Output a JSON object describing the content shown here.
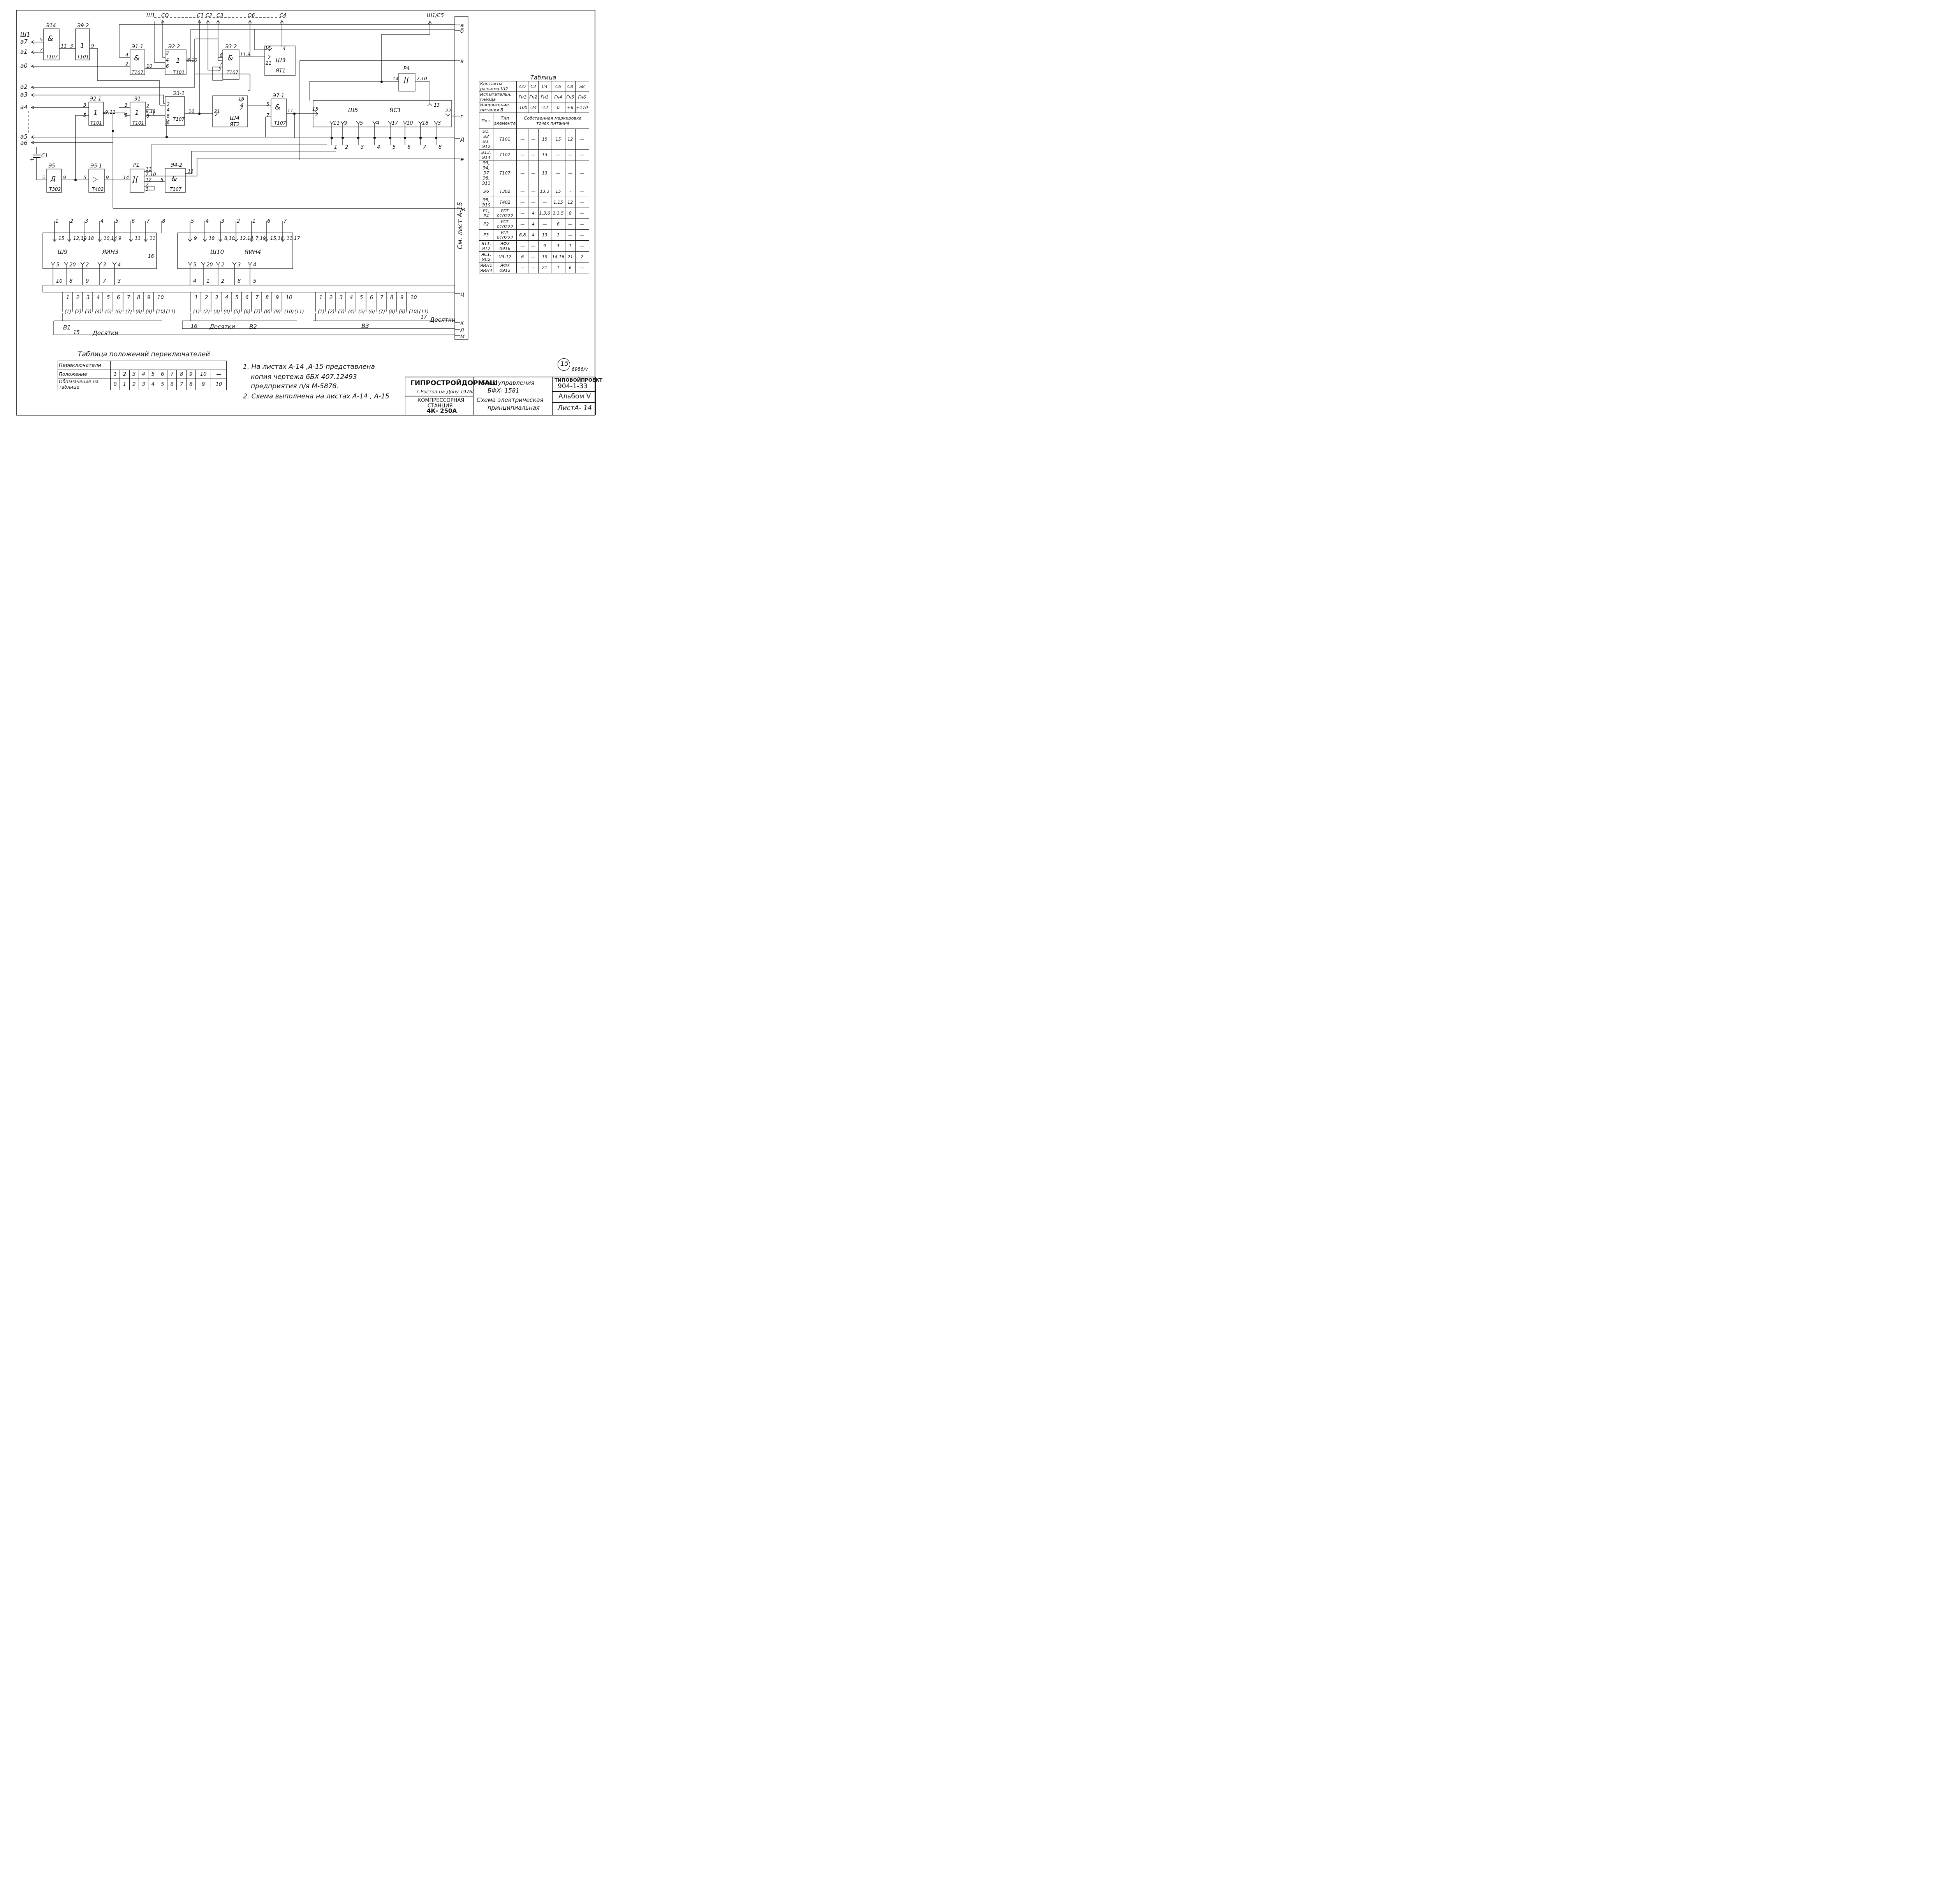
{
  "connectors": {
    "sh1": "Ш1",
    "a7": "а7",
    "a1": "а1",
    "a0": "а0",
    "a2": "а2",
    "a3": "а3",
    "a4": "а4",
    "a5": "а5",
    "a6": "а6",
    "c1": "С1",
    "plus": "+",
    "top_sh1": "Ш1",
    "top_co": "СО",
    "top_c1": "С1",
    "top_c2": "С2",
    "top_c3": "С3",
    "top_o6": "О6",
    "top_c4": "С4",
    "top_sh1c5": "Ш1/С5"
  },
  "elements": {
    "e14": {
      "name": "Э14",
      "symbol": "&",
      "type": "Т107",
      "pin_a": "5",
      "pin_b": "7",
      "pin_out": "11"
    },
    "e92": {
      "name": "Э9-2",
      "symbol": "1",
      "type": "Т101",
      "pin_in": "3",
      "pin_out": "9"
    },
    "e11": {
      "name": "Э1-1",
      "symbol": "&",
      "type": "Т107",
      "pin_a": "4",
      "pin_b": "2",
      "pin_out": "10"
    },
    "e22": {
      "name": "Э2-2",
      "symbol": "1",
      "type": "Т101",
      "pin_a": "2",
      "pin_b": "4",
      "pin_c": "6",
      "pin_out": "8,10"
    },
    "e32": {
      "name": "Э3-2",
      "symbol": "&",
      "type": "Т107",
      "pin_a": "6",
      "pin_b": "7",
      "pin_c": "3",
      "pin_out": "11,9"
    },
    "sh3": {
      "name": "Ш3",
      "type": "ЯТ1",
      "pin_a": "15",
      "pin_b": "4",
      "pin_c": "21"
    },
    "e21": {
      "name": "Э2-1",
      "symbol": "1",
      "type": "Т101",
      "pin_a": "3",
      "pin_b": "5",
      "pin_out": "9,11"
    },
    "e1": {
      "name": "Э1",
      "symbol": "1",
      "type": "Т101",
      "pin_a": "3",
      "pin_b": "5",
      "pin_c": "2",
      "pin_d": "9,11",
      "pin_e": "8"
    },
    "e31": {
      "name": "Э3-1",
      "type": "Т107",
      "pin_a": "2",
      "pin_b": "4",
      "pin_c": "8",
      "pin_d": "6",
      "pin_out": "10"
    },
    "sh4": {
      "name": "Ш4",
      "type": "ЯТ2",
      "pin_a": "16",
      "pin_b": "4",
      "pin_c": "21"
    },
    "e71": {
      "name": "Э7-1",
      "symbol": "&",
      "type": "Т107",
      "pin_a": "5",
      "pin_b": "7",
      "pin_out": "11"
    },
    "r4": {
      "name": "Р4",
      "pin_a": "14",
      "pin_b": "7,10",
      "pin_c": "13"
    },
    "sh5": {
      "name": "Ш5",
      "type": "ЯС1",
      "pin_in": "15",
      "pin_out": "22",
      "pins": [
        "11",
        "9",
        "5",
        "4",
        "17",
        "10",
        "18",
        "3"
      ],
      "numbers": [
        "1",
        "2",
        "3",
        "4",
        "5",
        "6",
        "7",
        "8"
      ]
    },
    "c1_cap": {
      "name": "С1"
    },
    "e5": {
      "name": "Э5",
      "symbol": "Д",
      "type": "Т302",
      "pin_in": "5",
      "pin_out": "9"
    },
    "e51": {
      "name": "Э5-1",
      "symbol": "▷",
      "type": "Т402",
      "pin_in": "5",
      "pin_out": "9"
    },
    "r1": {
      "name": "Р1",
      "pin_in": "14",
      "pins": [
        "11",
        "7,10",
        "12",
        "2",
        "3"
      ]
    },
    "e42": {
      "name": "Э4-2",
      "symbol": "&",
      "type": "Т107",
      "pin_in": "5",
      "pin_out": "11"
    }
  },
  "bus_labels": [
    "а",
    "б",
    "в",
    "г",
    "д",
    "е",
    "ж",
    "ц",
    "к",
    "л",
    "м"
  ],
  "bus_vertical_note": "См. лист А-15",
  "sh9": {
    "name": "Ш9",
    "type": "ЯИН3",
    "top_wires": [
      "1",
      "2",
      "3",
      "4",
      "5",
      "6",
      "7",
      "8"
    ],
    "top_pins": [
      "15",
      "12,19",
      "18",
      "10,14",
      "9",
      "13",
      "11"
    ],
    "side_pin": "16",
    "bottom_pins": [
      "5",
      "20",
      "2",
      "3",
      "4"
    ],
    "bottom_wires": [
      "10",
      "8",
      "9",
      "7",
      "3"
    ]
  },
  "sh10": {
    "name": "Ш10",
    "type": "ЯИН4",
    "top_wires": [
      "5",
      "4",
      "3",
      "2",
      "1",
      "6",
      "7"
    ],
    "top_pins": [
      "9",
      "18",
      "8,10",
      "12,14",
      "7,19",
      "15,16",
      "11,17"
    ],
    "bottom_pins": [
      "5",
      "20",
      "2",
      "3",
      "4"
    ],
    "bottom_wires": [
      "4",
      "1",
      "2",
      "8",
      "5"
    ]
  },
  "switches": {
    "b1": {
      "name": "В1",
      "num": "15",
      "label": "Десятки"
    },
    "b2": {
      "name": "В2",
      "num": "16",
      "label": "Десятки"
    },
    "b3": {
      "name": "В3",
      "num": "17",
      "label": "Десятки"
    },
    "positions": [
      "1",
      "2",
      "3",
      "4",
      "5",
      "6",
      "7",
      "8",
      "9",
      "10"
    ],
    "paren_positions": [
      "(1)",
      "(2)",
      "(3)",
      "(4)",
      "(5)",
      "(6)",
      "(7)",
      "(8)",
      "(9)",
      "(10)",
      "(11)"
    ]
  },
  "power_table": {
    "title": "Таблица",
    "rows": [
      [
        "Контакты разъема Ш2",
        "СО",
        "С2",
        "С4",
        "С6",
        "С8",
        "а8"
      ],
      [
        "Испытательн. гнезда",
        "Гн1",
        "Гн2",
        "Гн3",
        "Гн4",
        "Гн5",
        "Гн6"
      ],
      [
        "Напряжение питания В",
        "-100",
        "-24",
        "-12",
        "0",
        "+6",
        "+110"
      ]
    ],
    "header2": [
      "Поз.",
      "Тип элемента",
      "Собственная маркировка точек питания"
    ],
    "data": [
      [
        "Э1, Э2 Э3, Э12",
        "Т101",
        "—",
        "—",
        "15",
        "15",
        "12",
        "—"
      ],
      [
        "Э13, Э14",
        "Т107",
        "—",
        "—",
        "13",
        "—",
        "—",
        "—"
      ],
      [
        "Э3, Э4, Э7 Э8, Э11",
        "Т107",
        "—",
        "—",
        "13",
        "—",
        "—",
        "—"
      ],
      [
        "Э6",
        "Т302",
        "—",
        "—",
        "13,3",
        "15",
        "-",
        "—"
      ],
      [
        "Э5, Э10",
        "Т402",
        "—",
        "—",
        "—",
        "1,15",
        "12",
        "—"
      ],
      [
        "Р1, Р4",
        "РПГ 010222",
        "—",
        "4",
        "1,3,6",
        "1,3,5",
        "8",
        "—"
      ],
      [
        "Р2",
        "РПГ 010222",
        "—",
        "4",
        "—",
        "6",
        "—",
        "—"
      ],
      [
        "Р3",
        "РПГ 010222",
        "6,8",
        "4",
        "13",
        "1",
        "—",
        "—"
      ],
      [
        "ЯТ1, ЯТ2",
        "ЯФХ 0916",
        "—",
        "—",
        "9",
        "3",
        "1",
        "—"
      ],
      [
        "ЯС1, ЯС2",
        "U3-12",
        "6",
        "—",
        "19",
        "14,16",
        "21",
        "2"
      ],
      [
        "ЯИН1 ЯИН4",
        "ЯФХ 0912",
        "—",
        "—",
        "21",
        "1",
        "6",
        "—"
      ]
    ]
  },
  "positions_table": {
    "title": "Таблица положений переключателей",
    "row1": "Переключатели",
    "row2": [
      "Положение",
      "1",
      "2",
      "3",
      "4",
      "5",
      "6",
      "7",
      "8",
      "9",
      "10",
      "—"
    ],
    "row3": [
      "Обозначение на таблице",
      "0",
      "1",
      "2",
      "3",
      "4",
      "5",
      "6",
      "7",
      "8",
      "9",
      "10"
    ]
  },
  "notes": {
    "n1a": "1. На листах А-14 ,А-15 представлена",
    "n1b": "копия чертежа 6БХ 407.12493",
    "n1c": "предприятия п/я М-5878.",
    "n2": "2. Схема выполнена на листах А-14 , А-15"
  },
  "title_block": {
    "org": "ГИПРОСТРОЙДОРМАШ",
    "city": "г.Ростов-на-Дону 1976г.",
    "object1": "КОМПРЕССОРНАЯ",
    "object2": "СТАНЦИЯ",
    "object3": "4К- 250А",
    "doc1": "Блок управления",
    "doc2": "БФХ- 1581",
    "doc3": "Схема электрическая",
    "doc4": "принципиальная",
    "proj1": "ТИПОВОЙПРОЕКТ",
    "proj2": "904-1-33",
    "album": "Альбом V",
    "sheet": "ЛистА- 14",
    "circle": "15",
    "code": "6986/v"
  }
}
